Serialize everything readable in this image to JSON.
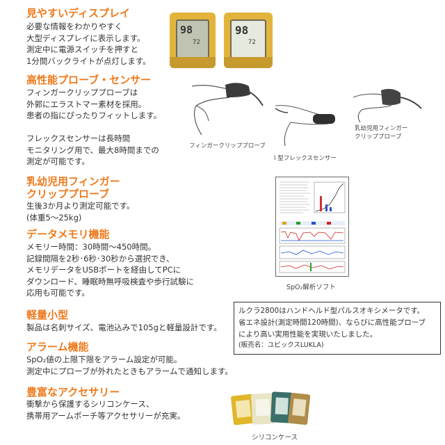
{
  "sections": [
    {
      "title": "見やすいディスプレイ",
      "lines": [
        "必要な情報をわかりやすく",
        "大型ディスプレイに表示します。",
        "測定中に電源スイッチを押すと",
        "1分間バックライトが点灯します。"
      ]
    },
    {
      "title": "高性能プローブ・センサー",
      "lines": [
        "フィンガークリッププローブは",
        "外郭にエラストマー素材を採用。",
        "患者の指にぴったりフィットします。",
        "",
        "フレックスセンサーは長時間",
        "モニタリング用で、最大8時間までの",
        "測定が可能です。"
      ]
    },
    {
      "title_lines": [
        "乳幼児用フィンガー",
        "クリッププローブ"
      ],
      "lines": [
        "生後3か月より測定可能です。",
        "(体重5〜25kg)"
      ]
    },
    {
      "title": "データメモリ機能",
      "lines": [
        "メモリー時間：30時間〜450時間。",
        "記録間隔を2秒･6秒･30秒から選択でき、",
        "メモリデータをUSBポートを経由してPCに",
        "ダウンロード、睡眠時無呼吸検査や歩行試験に",
        "応用も可能です。"
      ]
    },
    {
      "title": "軽量小型",
      "lines": [
        "製品は名刺サイズ、電池込みで105gと軽量設計です。"
      ]
    },
    {
      "title": "アラーム機能",
      "lines": [
        "SpO₂値の上限下限をアラーム設定が可能。",
        "測定中にプローブが外れたときもアラームで通知します。"
      ]
    },
    {
      "title": "豊富なアクセサリー",
      "lines": [
        "衝撃から保護するシリコンケース、",
        "携帯用アームポーチ等アクセサリーが充実。"
      ]
    }
  ],
  "captions": {
    "finger_clip": "フィンガークリッププローブ",
    "flex": "I 型フレックスセンサー",
    "infant_1": "乳幼児用フィンガー",
    "infant_2": "クリッププローブ",
    "software": "SpO₂解析ソフト",
    "silicone": "シリコンケース"
  },
  "display": {
    "value_left": "98",
    "value_right": "98",
    "sub_left": "72",
    "sub_right": "72"
  },
  "infobox": {
    "lines": [
      "ルクラ2800はハンドヘルド型パルスオキシメータです。",
      "省エネ設計(測定時間120時間)、ならびに高性能プローブ",
      "により高い実用性能を実現いたしました。"
    ],
    "seller": "(販売名：ユビックスLUKLA)"
  },
  "colors": {
    "heading": "#ee7a1c",
    "device": "#e3b43c",
    "text": "#333333"
  }
}
